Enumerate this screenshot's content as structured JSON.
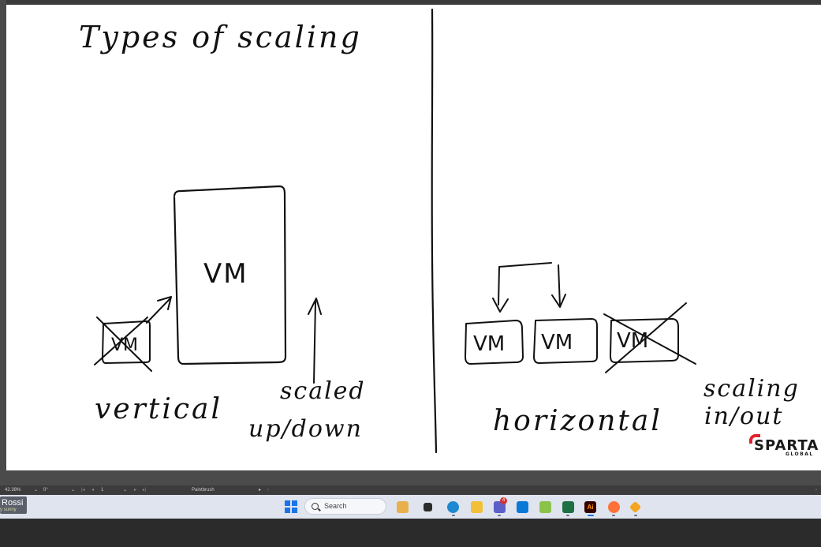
{
  "statusbar": {
    "zoom": "42.38%",
    "angle": "0°",
    "frame": "1",
    "tool": "Paintbrush"
  },
  "weather": {
    "name": "Rossi",
    "condition": "y sunny"
  },
  "taskbar": {
    "search_placeholder": "Search",
    "teams_badge": "4",
    "illustrator_label": "Ai"
  },
  "canvas": {
    "title": "Types of scaling",
    "left": {
      "vm_large": "VM",
      "vm_small": "VM",
      "label": "vertical",
      "annotation_line1": "scaled",
      "annotation_line2": "up/down"
    },
    "right": {
      "vm_1": "VM",
      "vm_2": "VM",
      "vm_3": "VM",
      "label": "horizontal",
      "annotation_line1": "scaling",
      "annotation_line2": "in/out"
    },
    "logo": {
      "word": "SPARTA",
      "sub": "GLOBAL"
    }
  },
  "colors": {
    "ink": "#111111",
    "canvas": "#ffffff",
    "accent": "#e0232e"
  }
}
